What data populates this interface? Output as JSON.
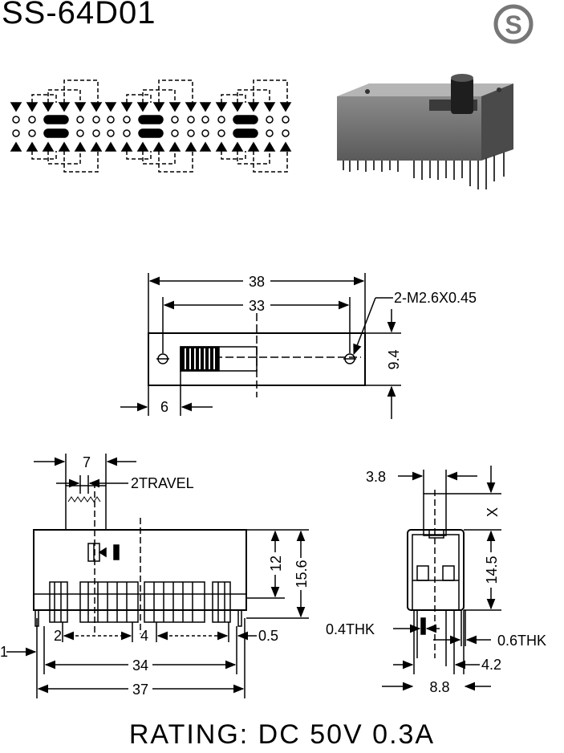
{
  "title": "SS-64D01",
  "logo_letter": "S",
  "rating": "RATING:  DC 50V  0.3A",
  "top_view": {
    "d38": "38",
    "d33": "33",
    "d6": "6",
    "d94": "9.4",
    "screw": "2-M2.6X0.45"
  },
  "front_view": {
    "d7": "7",
    "travel": "2TRAVEL",
    "d12": "12",
    "d156": "15.6",
    "d1": "1",
    "d2": "2",
    "d4": "4",
    "d05": "0.5",
    "d34": "34",
    "d37": "37"
  },
  "side_view": {
    "d38": "3.8",
    "dx": "X",
    "d145": "14.5",
    "thk04": "0.4THK",
    "thk06": "0.6THK",
    "d42": "4.2",
    "d88": "8.8"
  }
}
